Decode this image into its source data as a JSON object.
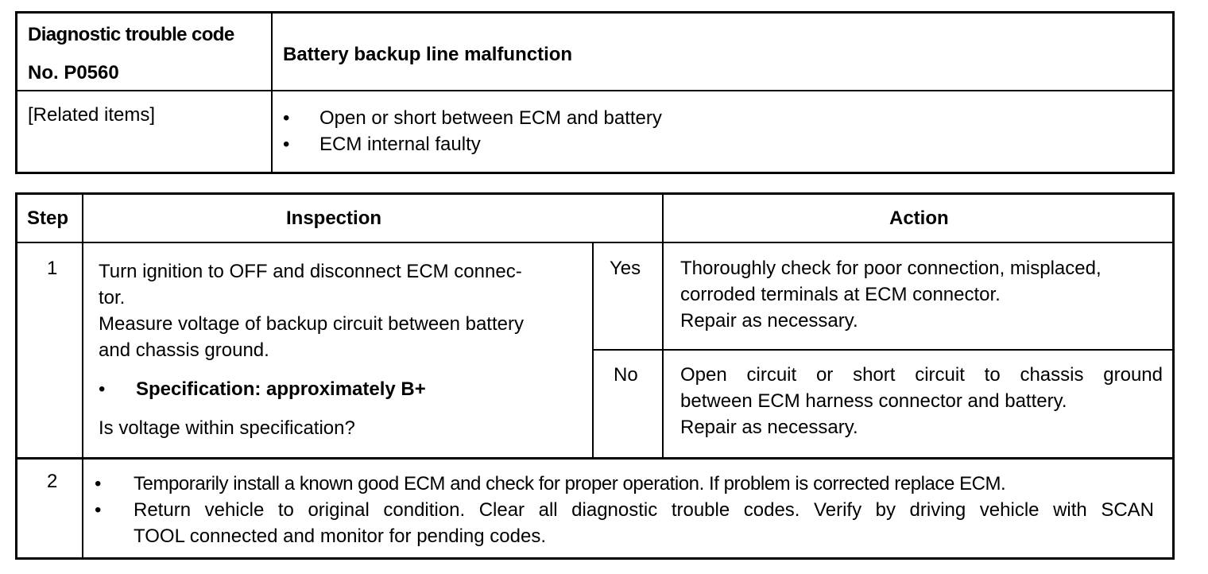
{
  "header_table": {
    "code_label_line1": "Diagnostic trouble code",
    "code_label_line2": "No. P0560",
    "title": "Battery backup line malfunction",
    "related_label": "[Related items]",
    "related_items": [
      "Open or short between ECM and battery",
      "ECM internal faulty"
    ]
  },
  "steps_table": {
    "columns": {
      "step": "Step",
      "inspection": "Inspection",
      "action": "Action"
    },
    "step1": {
      "number": "1",
      "inspection_lines": [
        "Turn ignition to OFF and disconnect ECM connec-",
        "tor.",
        "Measure voltage of backup circuit between battery",
        "and chassis ground."
      ],
      "spec": "Specification: approximately B+",
      "question": "Is voltage within specification?",
      "yes_label": "Yes",
      "yes_action": [
        "Thoroughly check for poor connection, misplaced,",
        "corroded terminals at ECM connector.",
        "Repair as necessary."
      ],
      "no_label": "No",
      "no_action": [
        "Open circuit or short circuit to chassis ground",
        "between ECM harness connector and battery.",
        "Repair as necessary."
      ]
    },
    "step2": {
      "number": "2",
      "bullets": [
        [
          "Temporarily install a known good ECM and check for proper operation. If problem is corrected replace ECM."
        ],
        [
          "Return vehicle to original condition. Clear all diagnostic trouble codes. Verify by driving vehicle with SCAN",
          "TOOL connected and monitor for pending codes."
        ]
      ]
    }
  }
}
